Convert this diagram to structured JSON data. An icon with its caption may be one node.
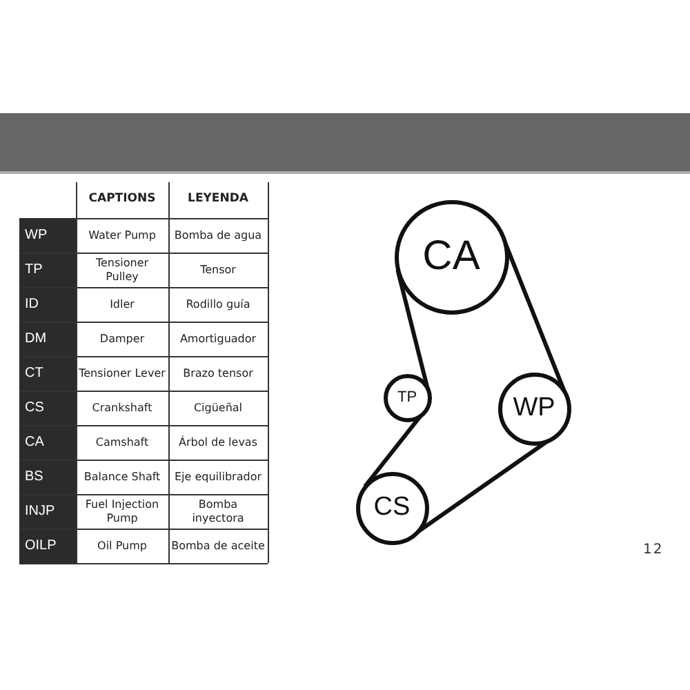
{
  "diagram": {
    "nodes": [
      {
        "text": [
          "CA"
        ]
      },
      {
        "text": [
          "TP"
        ]
      },
      {
        "text": [
          "WP"
        ]
      },
      {
        "text": [
          "CS"
        ]
      }
    ],
    "edges": [
      {
        "from": 0,
        "to": 2,
        "arrow": "none"
      },
      {
        "from": 2,
        "to": 3,
        "arrow": "none"
      },
      {
        "from": 3,
        "to": 1,
        "arrow": "none"
      },
      {
        "from": 1,
        "to": 0,
        "arrow": "none"
      }
    ],
    "labels": [
      "CAPTIONS",
      "LEYENDA",
      "WP",
      "Water Pump",
      "Bomba de agua",
      "TP",
      "Tensioner Pulley",
      "Tensor",
      "ID",
      "Idler",
      "Rodillo guía",
      "DM",
      "Damper",
      "Amortiguador",
      "CT",
      "Tensioner Lever",
      "Brazo tensor",
      "CS",
      "Crankshaft",
      "Cigüeñal",
      "CA",
      "Camshaft",
      "Árbol de levas",
      "BS",
      "Balance Shaft",
      "Eje equilibrador",
      "INJP",
      "Fuel Injection Pump",
      "Bomba inyectora",
      "OILP",
      "Oil Pump",
      "Bomba de aceite",
      "12"
    ]
  }
}
